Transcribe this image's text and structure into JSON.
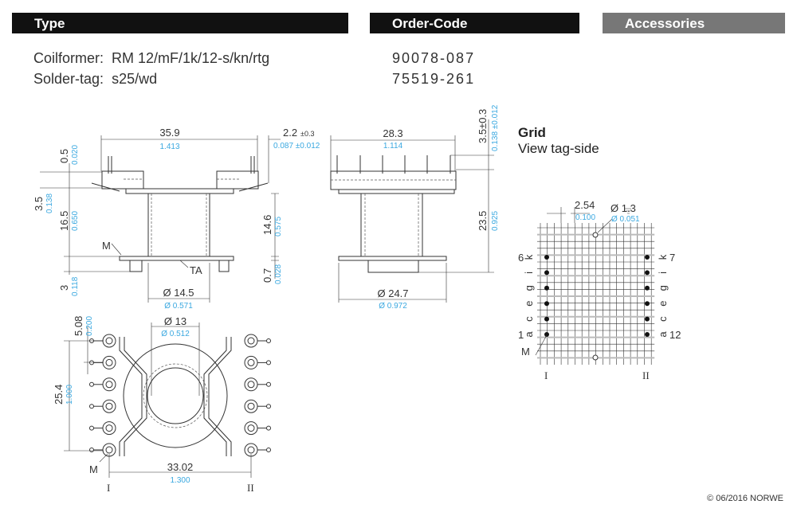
{
  "header": {
    "type": "Type",
    "order_code": "Order-Code",
    "accessories": "Accessories"
  },
  "items": [
    {
      "label": "Coilformer:",
      "value": "RM 12/mF/1k/12-s/kn/rtg",
      "code": "90078-087"
    },
    {
      "label": "Solder-tag:",
      "value": "s25/wd",
      "code": "75519-261"
    }
  ],
  "side_view": {
    "width": "35.9",
    "width_in": "1.413",
    "tag": "2.2",
    "tag_tol": "±0.3",
    "tag_in": "0.087 ±0.012",
    "d05": "0.5",
    "d05_in": "0.020",
    "d35": "3.5",
    "d35_in": "0.138",
    "d165": "16.5",
    "d165_in": "0.650",
    "d3": "3",
    "d3_in": "0.118",
    "d146": "14.6",
    "d146_in": "0.575",
    "d07": "0.7",
    "d07_in": "0.028",
    "dia": "Ø 14.5",
    "dia_in": "Ø 0.571",
    "m": "M",
    "ta": "TA"
  },
  "front_view": {
    "width": "28.3",
    "width_in": "1.114",
    "pin": "3.5±0.3",
    "pin_in": "0.138 ±0.012",
    "height": "23.5",
    "height_in": "0.925",
    "dia": "Ø 24.7",
    "dia_in": "Ø 0.972"
  },
  "bottom_view": {
    "pitch": "5.08",
    "pitch_in": "0.200",
    "span": "25.4",
    "span_in": "1.000",
    "dia": "Ø 13",
    "dia_in": "Ø 0.512",
    "row": "33.02",
    "row_in": "1.300",
    "m": "M",
    "r1": "I",
    "r2": "II"
  },
  "grid": {
    "title": "Grid",
    "subtitle": "View tag-side",
    "pitch": "2.54",
    "pitch_in": "0.100",
    "hole": "Ø 1.3",
    "hole_in": "Ø 0.051",
    "left_letters": [
      "k",
      "i",
      "g",
      "e",
      "c",
      "a"
    ],
    "right_letters": [
      "k",
      "i",
      "g",
      "e",
      "c",
      "a"
    ],
    "n6": "6",
    "n1": "1",
    "n7": "7",
    "n12": "12",
    "m": "M",
    "r1": "I",
    "r2": "II"
  },
  "footer": {
    "copyright": "© 06/2016 NORWE"
  },
  "colors": {
    "header": "#111111",
    "accessories": "#777777",
    "inch": "#3aa8e0"
  }
}
